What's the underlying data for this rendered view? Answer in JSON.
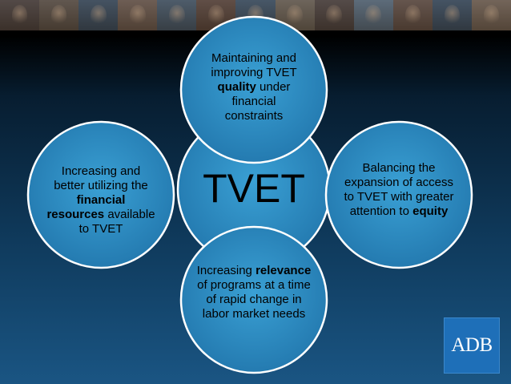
{
  "center": {
    "label": "TVET"
  },
  "nodes": {
    "top": {
      "parts": [
        "Maintaining and improving TVET ",
        "quality",
        " under financial constraints"
      ]
    },
    "right": {
      "parts": [
        "Balancing the expansion of access to TVET with greater attention to ",
        "equity",
        ""
      ]
    },
    "bottom": {
      "parts": [
        "Increasing ",
        "relevance",
        " of programs at a time of rapid change in labor market needs"
      ]
    },
    "left": {
      "parts": [
        "Increasing and better utilizing the ",
        "financial resources",
        " available to TVET"
      ]
    }
  },
  "logo": {
    "text": "ADB"
  },
  "colors": {
    "circle_fill": "#2b82b8",
    "circle_stroke": "#ffffff",
    "logo_bg": "#1e6fb8"
  }
}
